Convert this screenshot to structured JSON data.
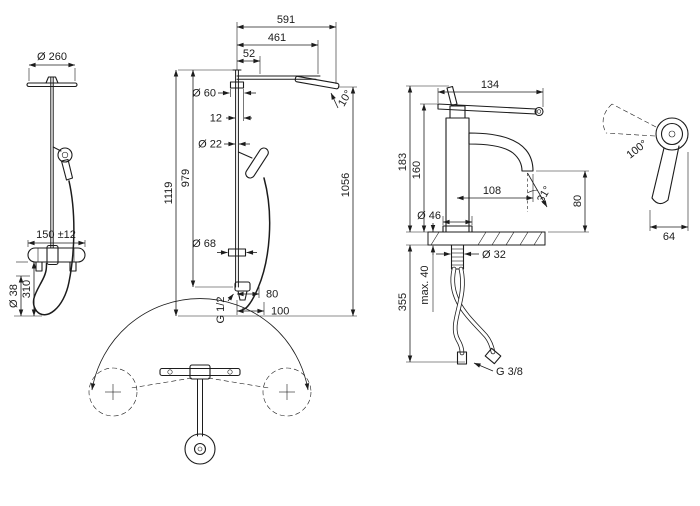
{
  "page": {
    "background": "#ffffff",
    "line_color": "#1c1c1c"
  },
  "shower_front": {
    "head_diameter": "Ø 260",
    "valve_width": "150 ±12",
    "hose_loop_diameter": "Ø 38",
    "hose_drop": "310"
  },
  "shower_side": {
    "overall_reach": "591",
    "arm_reach": "461",
    "wall_offset": "52",
    "flange_diameter": "Ø 60",
    "pipe_offset": "12",
    "pipe_diameter": "Ø 22",
    "total_height": "1119",
    "bar_height": "979",
    "head_height": "1056",
    "head_angle": "10°",
    "escutcheon_diameter": "Ø 68",
    "outlet_reach": "80",
    "connector_reach": "100",
    "outlet_thread": "G 1/2"
  },
  "faucet": {
    "handle_width": "134",
    "total_height": "183",
    "handle_height": "160",
    "spout_reach": "108",
    "stream_angle": "31°",
    "outlet_height": "80",
    "base_diameter": "Ø 46",
    "shank_diameter": "Ø 32",
    "hose_length": "355",
    "max_deck": "max. 40",
    "supply_thread": "G 3/8"
  },
  "handle_top": {
    "swivel_angle": "100°",
    "handle_length": "64"
  }
}
